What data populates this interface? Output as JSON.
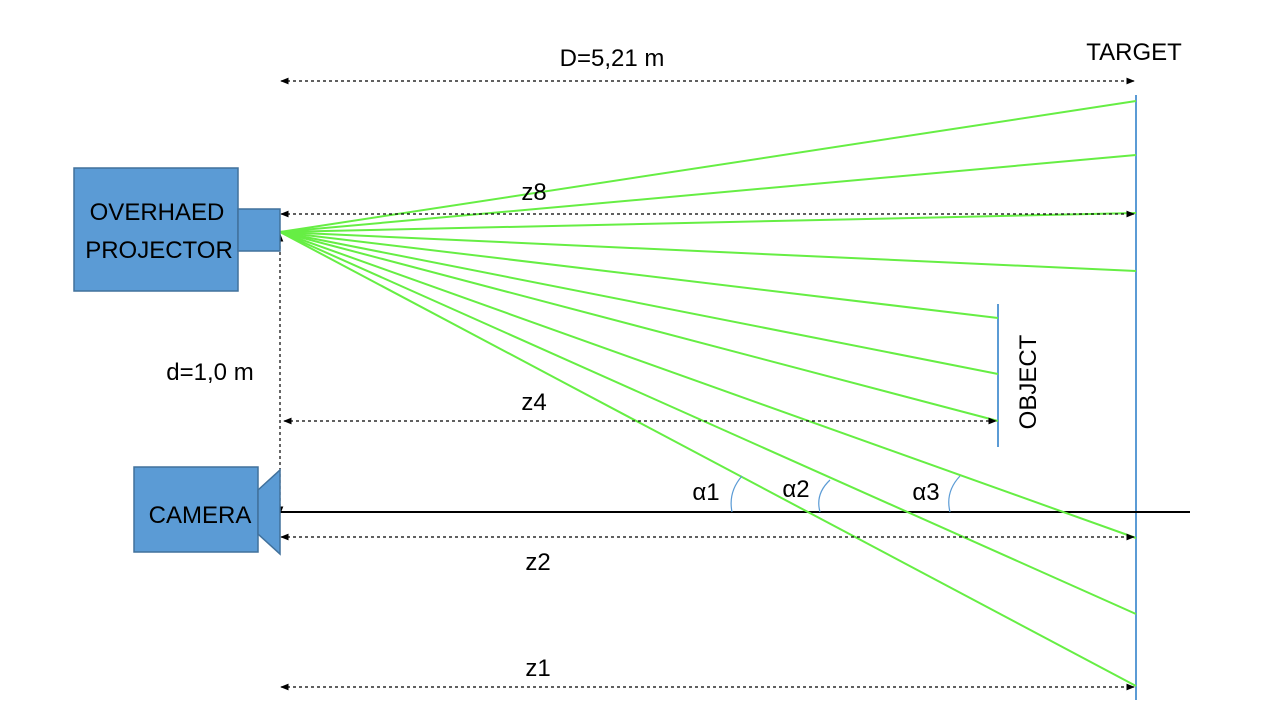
{
  "labels": {
    "distance_D": "D=5,21 m",
    "target": "TARGET",
    "projector_line1": "OVERHAED",
    "projector_line2": "PROJECTOR",
    "camera": "CAMERA",
    "object": "OBJECT",
    "distance_d": "d=1,0 m",
    "z8": "z8",
    "z4": "z4",
    "z2": "z2",
    "z1": "z1",
    "alpha1": "α1",
    "alpha2": "α2",
    "alpha3": "α3"
  },
  "colors": {
    "device_fill": "#5b9bd5",
    "device_stroke": "#41719c",
    "ray": "#66ee44",
    "screen": "#5b9bd5",
    "axis": "#000000",
    "angle_arc": "#5b9bd5"
  }
}
